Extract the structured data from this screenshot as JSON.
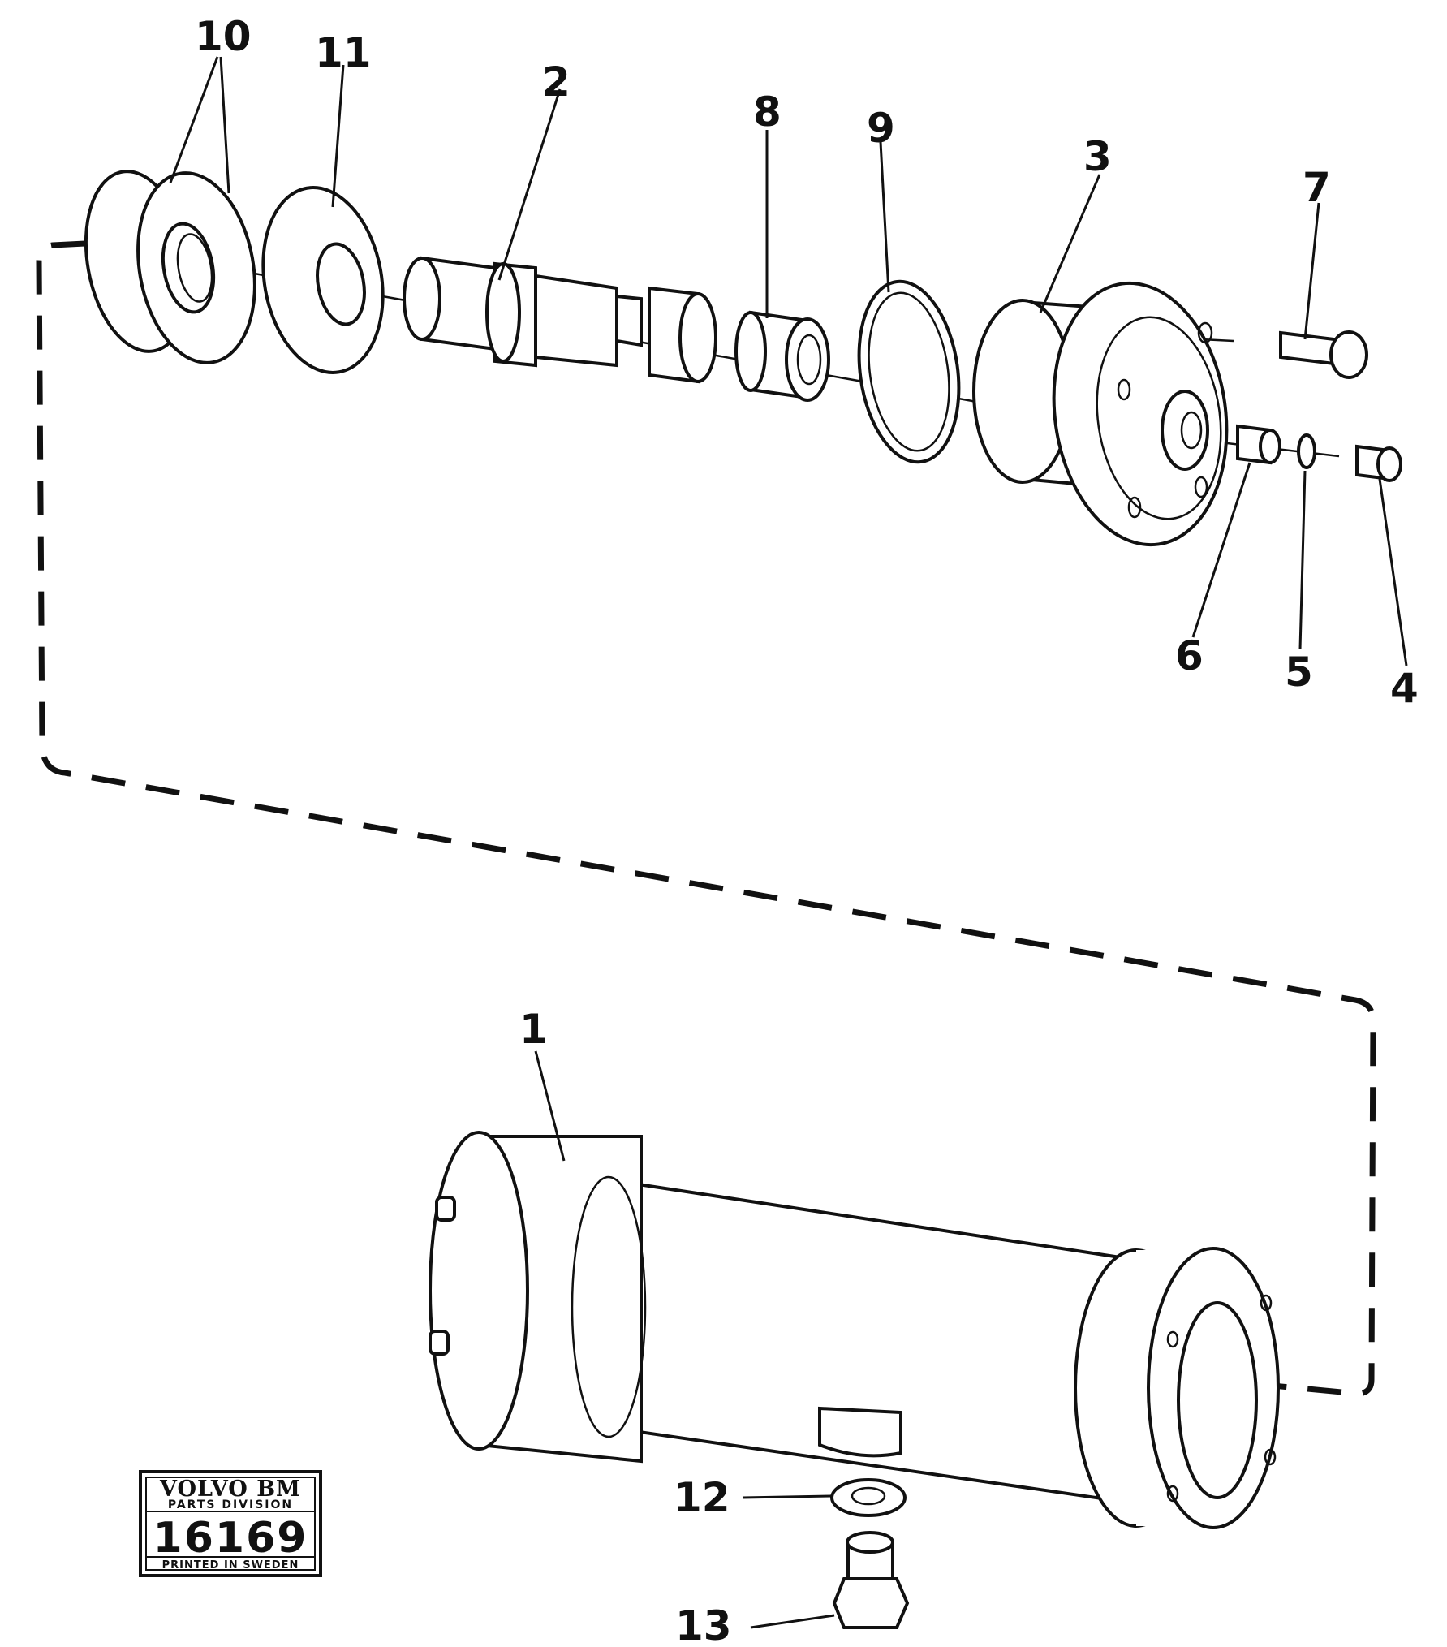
{
  "callouts": {
    "c1": "1",
    "c2": "2",
    "c3": "3",
    "c4": "4",
    "c5": "5",
    "c6": "6",
    "c7": "7",
    "c8": "8",
    "c9": "9",
    "c10": "10",
    "c11": "11",
    "c12": "12",
    "c13": "13"
  },
  "stamp": {
    "brand": "VOLVO BM",
    "division": "PARTS DIVISION",
    "number": "16169",
    "printed": "PRINTED IN SWEDEN"
  }
}
